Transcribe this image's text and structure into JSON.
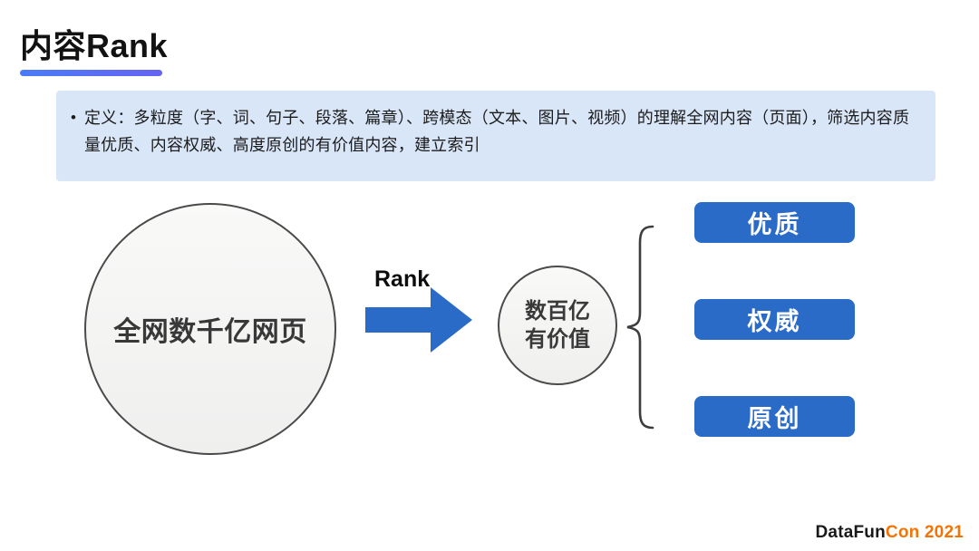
{
  "slide": {
    "title": "内容Rank",
    "definition": {
      "bullet": "•",
      "text": "定义：多粒度（字、词、句子、段落、篇章）、跨模态（文本、图片、视频）的理解全网内容（页面），筛选内容质量优质、内容权威、高度原创的有价值内容，建立索引"
    },
    "diagram": {
      "source_circle_label": "全网数千亿网页",
      "arrow_label": "Rank",
      "result_circle_line1": "数百亿",
      "result_circle_line2": "有价值",
      "outcomes": [
        "优质",
        "权威",
        "原创"
      ]
    },
    "footer": {
      "brand_black": "DataFun",
      "brand_orange": "Con 2021"
    },
    "colors": {
      "accent_blue": "#2b6bc8",
      "callout_blue": "#d9e6f8",
      "underline_gradient_start": "#4a7bf7",
      "underline_gradient_end": "#6663f2",
      "brand_orange": "#f27405"
    }
  }
}
